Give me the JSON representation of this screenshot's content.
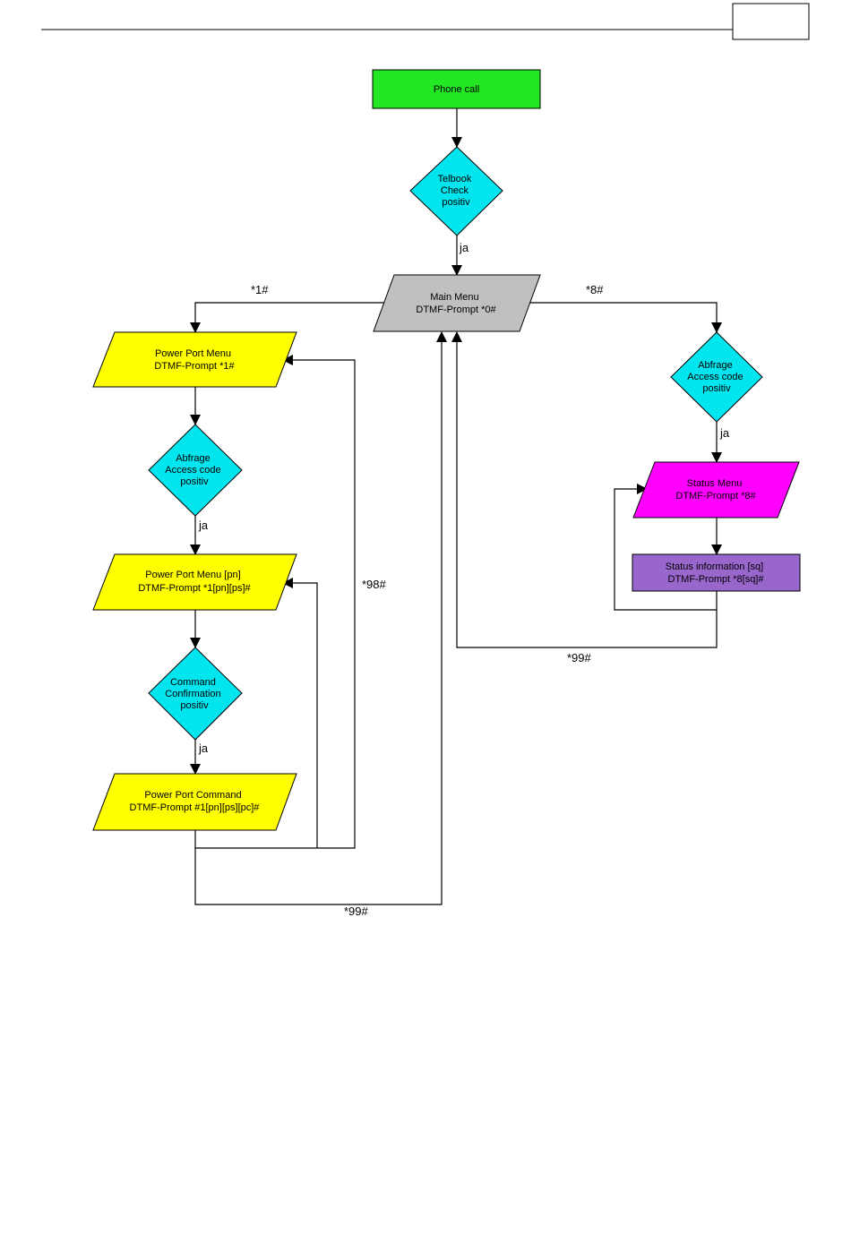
{
  "header": {
    "page_box_text": ""
  },
  "nodes": {
    "phone_call": {
      "lines": [
        "Phone call"
      ],
      "fill": "#22e722"
    },
    "telbook": {
      "lines": [
        "Telbook",
        "Check",
        "positiv"
      ],
      "fill": "#00e5ee"
    },
    "main_menu": {
      "lines": [
        "Main Menu",
        "DTMF-Prompt *0#"
      ],
      "fill": "#c0c0c0"
    },
    "power_port_menu": {
      "lines": [
        "Power Port Menu",
        "DTMF-Prompt *1#"
      ],
      "fill": "#ffff00"
    },
    "abfrage_left": {
      "lines": [
        "Abfrage",
        "Access code",
        "positiv"
      ],
      "fill": "#00e5ee"
    },
    "power_port_menu_pn": {
      "lines": [
        "Power Port Menu [pn]",
        "DTMF-Prompt *1[pn][ps]#"
      ],
      "fill": "#ffff00"
    },
    "command_confirmation": {
      "lines": [
        "Command",
        "Confirmation",
        "positiv"
      ],
      "fill": "#00e5ee"
    },
    "power_port_command": {
      "lines": [
        "Power Port Command",
        "DTMF-Prompt #1[pn][ps][pc]#"
      ],
      "fill": "#ffff00"
    },
    "abfrage_right": {
      "lines": [
        "Abfrage",
        "Access code",
        "positiv"
      ],
      "fill": "#00e5ee"
    },
    "status_menu": {
      "lines": [
        "Status Menu",
        "DTMF-Prompt *8#"
      ],
      "fill": "#ff00ff"
    },
    "status_information": {
      "lines": [
        "Status information [sq]",
        "DTMF-Prompt *8[sq]#"
      ],
      "fill": "#9966cc"
    }
  },
  "edge_labels": {
    "ja_telbook": "ja",
    "star1": "*1#",
    "star8": "*8#",
    "ja_abfrage_right": "ja",
    "ja_abfrage_left": "ja",
    "star98": "*98#",
    "ja_command": "ja",
    "star99_right": "*99#",
    "star99_left": "*99#"
  }
}
